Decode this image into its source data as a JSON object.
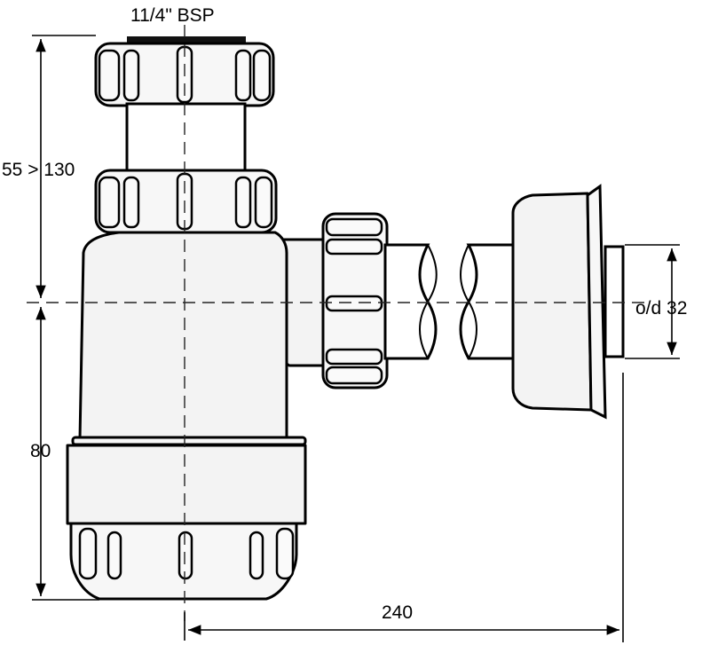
{
  "dimensions": {
    "inlet_thread": "11/4\" BSP",
    "height_range": "55 > 130",
    "lower_height": "80",
    "outlet_length": "240",
    "outlet_diameter": "o/d 32"
  },
  "colors": {
    "line": "#000000",
    "fill": "#f3f3f3",
    "background": "#ffffff"
  }
}
